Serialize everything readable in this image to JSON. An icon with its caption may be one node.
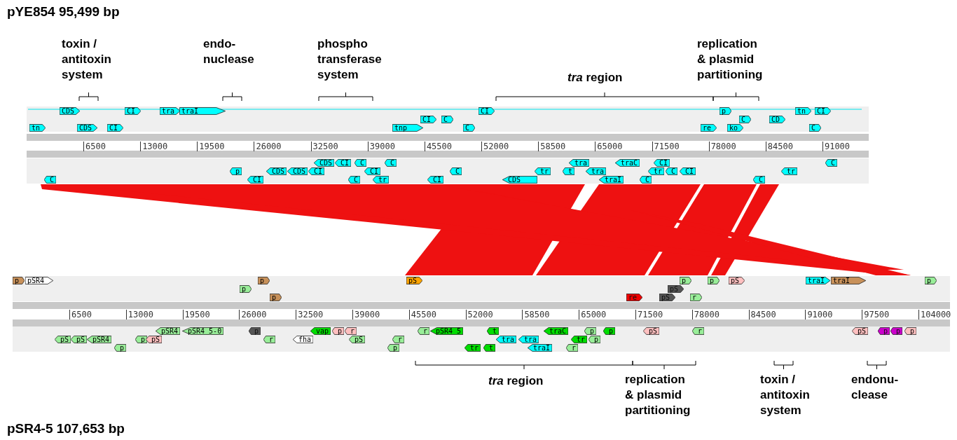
{
  "diagram": {
    "title": "pYE854 95,499 bp",
    "caption": "pSR4-5 107,653 bp",
    "nodes": [
      {
        "text": [
          "CDS"
        ]
      },
      {
        "text": [
          "CI"
        ]
      },
      {
        "text": [
          "tra"
        ]
      },
      {
        "text": [
          "traI"
        ]
      },
      {
        "text": [
          "CI"
        ]
      },
      {
        "text": [
          "p"
        ]
      },
      {
        "text": [
          "tn"
        ]
      },
      {
        "text": [
          "CI"
        ]
      },
      {
        "text": [
          "CI"
        ]
      },
      {
        "text": [
          "C"
        ]
      },
      {
        "text": [
          "C"
        ]
      },
      {
        "text": [
          "CD"
        ]
      },
      {
        "text": [
          "tn"
        ]
      },
      {
        "text": [
          "CDS"
        ]
      },
      {
        "text": [
          "CI"
        ]
      },
      {
        "text": [
          "tnp"
        ]
      },
      {
        "text": [
          "C"
        ]
      },
      {
        "text": [
          "re"
        ]
      },
      {
        "text": [
          "ko"
        ]
      },
      {
        "text": [
          "C"
        ]
      },
      {
        "text": [
          "CDS"
        ]
      },
      {
        "text": [
          "CI"
        ]
      },
      {
        "text": [
          "C"
        ]
      },
      {
        "text": [
          "C"
        ]
      },
      {
        "text": [
          "tra"
        ]
      },
      {
        "text": [
          "traC"
        ]
      },
      {
        "text": [
          "CI"
        ]
      },
      {
        "text": [
          "C"
        ]
      },
      {
        "text": [
          "p"
        ]
      },
      {
        "text": [
          "CDS"
        ]
      },
      {
        "text": [
          "CDS"
        ]
      },
      {
        "text": [
          "CI"
        ]
      },
      {
        "text": [
          "CI"
        ]
      },
      {
        "text": [
          "C"
        ]
      },
      {
        "text": [
          "tr"
        ]
      },
      {
        "text": [
          "t"
        ]
      },
      {
        "text": [
          "tra"
        ]
      },
      {
        "text": [
          "tr"
        ]
      },
      {
        "text": [
          "C"
        ]
      },
      {
        "text": [
          "CI"
        ]
      },
      {
        "text": [
          "tr"
        ]
      },
      {
        "text": [
          "C"
        ]
      },
      {
        "text": [
          "CI"
        ]
      },
      {
        "text": [
          "C"
        ]
      },
      {
        "text": [
          "tr"
        ]
      },
      {
        "text": [
          "CI"
        ]
      },
      {
        "text": [
          "CDS"
        ]
      },
      {
        "text": [
          "traI"
        ]
      },
      {
        "text": [
          "C"
        ]
      },
      {
        "text": [
          "C"
        ]
      },
      {
        "text": [
          "p"
        ]
      },
      {
        "text": [
          "pSR4"
        ]
      },
      {
        "text": [
          "p"
        ]
      },
      {
        "text": [
          "pS"
        ]
      },
      {
        "text": [
          "p"
        ]
      },
      {
        "text": [
          "p"
        ]
      },
      {
        "text": [
          "pS"
        ]
      },
      {
        "text": [
          "traI"
        ]
      },
      {
        "text": [
          "traI"
        ]
      },
      {
        "text": [
          "p"
        ]
      },
      {
        "text": [
          "p"
        ]
      },
      {
        "text": [
          "pS"
        ]
      },
      {
        "text": [
          "p"
        ]
      },
      {
        "text": [
          "re"
        ]
      },
      {
        "text": [
          "pS"
        ]
      },
      {
        "text": [
          "r"
        ]
      },
      {
        "text": [
          "pSR4"
        ]
      },
      {
        "text": [
          "pSR4 5-0"
        ]
      },
      {
        "text": [
          "p"
        ]
      },
      {
        "text": [
          "vap"
        ]
      },
      {
        "text": [
          "p"
        ]
      },
      {
        "text": [
          "r"
        ]
      },
      {
        "text": [
          "r"
        ]
      },
      {
        "text": [
          "pSR4 5"
        ]
      },
      {
        "text": [
          "t"
        ]
      },
      {
        "text": [
          "traC"
        ]
      },
      {
        "text": [
          "p"
        ]
      },
      {
        "text": [
          "p"
        ]
      },
      {
        "text": [
          "pS"
        ]
      },
      {
        "text": [
          "r"
        ]
      },
      {
        "text": [
          "pS"
        ]
      },
      {
        "text": [
          "p"
        ]
      },
      {
        "text": [
          "p"
        ]
      },
      {
        "text": [
          "p"
        ]
      },
      {
        "text": [
          "pS"
        ]
      },
      {
        "text": [
          "pS"
        ]
      },
      {
        "text": [
          "pSR4"
        ]
      },
      {
        "text": [
          "p"
        ]
      },
      {
        "text": [
          "pS"
        ]
      },
      {
        "text": [
          "r"
        ]
      },
      {
        "text": [
          "fha"
        ]
      },
      {
        "text": [
          "pS"
        ]
      },
      {
        "text": [
          "r"
        ]
      },
      {
        "text": [
          "tra"
        ]
      },
      {
        "text": [
          "tra"
        ]
      },
      {
        "text": [
          "tr"
        ]
      },
      {
        "text": [
          "p"
        ]
      },
      {
        "text": [
          "p"
        ]
      },
      {
        "text": [
          "p"
        ]
      },
      {
        "text": [
          "tr"
        ]
      },
      {
        "text": [
          "t"
        ]
      },
      {
        "text": [
          "traI"
        ]
      },
      {
        "text": [
          "r"
        ]
      }
    ],
    "labels": [
      "toxin / antitoxin system",
      "endo- nuclease",
      "phospho transferase system",
      "replication & plasmid partitioning",
      "*tra* region",
      "6500",
      "13000",
      "19500",
      "26000",
      "32500",
      "39000",
      "45500",
      "52000",
      "58500",
      "65000",
      "71500",
      "78000",
      "84500",
      "91000",
      "6500",
      "13000",
      "19500",
      "26000",
      "32500",
      "39000",
      "45500",
      "52000",
      "58500",
      "65000",
      "71500",
      "78000",
      "84500",
      "91000",
      "97500",
      "104000",
      "*tra* region",
      "replication & plasmid partitioning",
      "toxin / antitoxin system",
      "endonu- clease"
    ]
  }
}
